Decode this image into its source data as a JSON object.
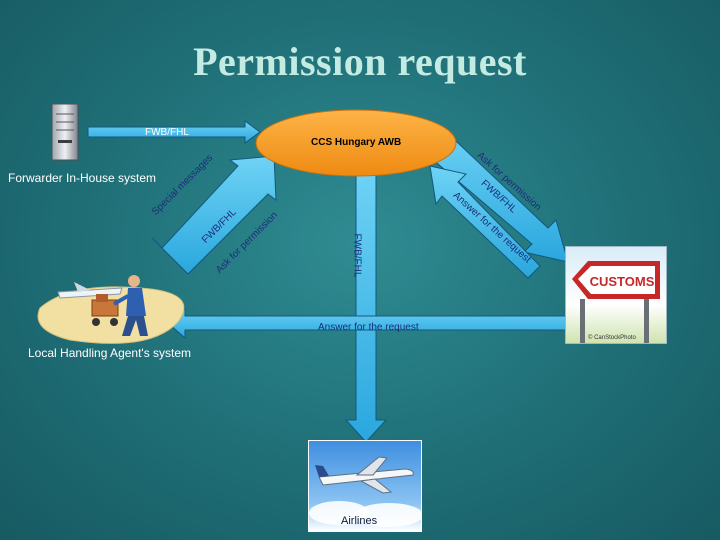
{
  "slide": {
    "title": "Permission request"
  },
  "nodes": {
    "forwarder": {
      "label": "Forwarder In-House system"
    },
    "ccs": {
      "label": "CCS Hungary AWB"
    },
    "handling": {
      "label": "Local Handling Agent's system"
    },
    "customs": {
      "sign_text": "CUSTOMS",
      "caption": "© CanStockPhoto"
    },
    "airlines": {
      "label": "Airlines"
    }
  },
  "arrows": {
    "forwarder_to_ccs": "FWB/FHL",
    "ccs_to_airlines": "FWB/FHL",
    "customs_to_handling": "Answer for the request",
    "handling_to_ccs": [
      "Special messages",
      "FWB/FHL",
      "Ask for permission"
    ],
    "ccs_to_customs": [
      "Ask for permission",
      "FWB/FHL"
    ],
    "customs_to_ccs": "Answer for the request"
  },
  "colors": {
    "background": "#1f6e76",
    "arrow_fill": "#33b8e6",
    "ellipse": "#f79a1e",
    "title": "#c4ebe2"
  }
}
